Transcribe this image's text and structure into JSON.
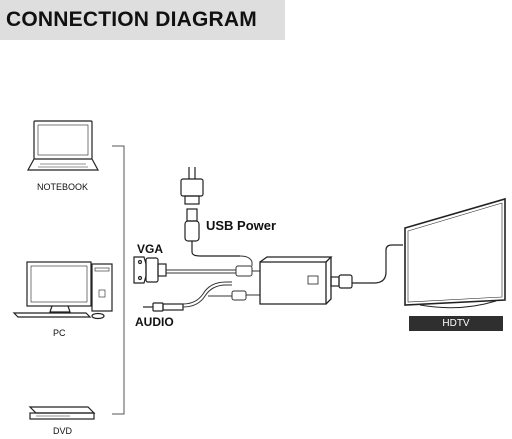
{
  "title": "CONNECTION DIAGRAM",
  "sources": {
    "notebook": "NOTEBOOK",
    "pc": "PC",
    "dvd": "DVD"
  },
  "connectors": {
    "vga": "VGA",
    "usb_power": "USB Power",
    "audio": "AUDIO"
  },
  "display": {
    "hdtv": "HDTV"
  },
  "icons": [
    "notebook-icon",
    "pc-icon",
    "dvd-player-icon",
    "power-adapter-icon",
    "usb-plug-icon",
    "vga-connector-icon",
    "audio-jack-icon",
    "converter-box-icon",
    "hdmi-plug-icon",
    "hdtv-icon"
  ]
}
